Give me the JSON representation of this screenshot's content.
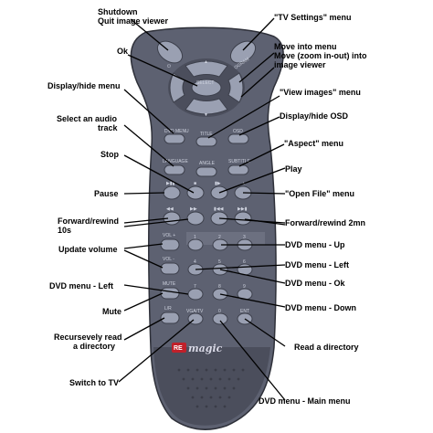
{
  "labels": {
    "shutdown": "Shutdown",
    "quit_viewer": "Quit image viewer",
    "tv_settings": "\"TV Settings\" menu",
    "ok": "Ok",
    "move_menu": "Move into menu",
    "move_zoom": "Move (zoom in-out) into",
    "move_zoom2": "image viewer",
    "display_menu": "Display/hide menu",
    "view_images": "\"View images\" menu",
    "audio1": "Select an audio",
    "audio2": "track",
    "osd": "Display/hide OSD",
    "stop": "Stop",
    "aspect": "\"Aspect\" menu",
    "play": "Play",
    "pause": "Pause",
    "open_file": "\"Open File\" menu",
    "fwd1": "Forward/rewind",
    "fwd2": "10s",
    "fwd_2mn": "Forward/rewind 2mn",
    "volume": "Update volume",
    "dvd_up": "DVD menu - Up",
    "dvd_left_r": "DVD menu - Left",
    "dvd_ok": "DVD menu - Ok",
    "dvd_left_l": "DVD menu - Left",
    "dvd_down": "DVD menu - Down",
    "mute": "Mute",
    "recurse1": "Recursevely read",
    "recurse2": "a directory",
    "read_dir": "Read a directory",
    "switch_tv": "Switch to TV",
    "dvd_main": "DVD menu - Main menu"
  },
  "remote": {
    "select": "SELECT",
    "program": "PROGRAM",
    "dvd_menu": "DVD MENU",
    "title": "TITLE",
    "osd": "OSD",
    "language": "LANGUAGE",
    "angle": "ANGLE",
    "subtitle": "SUBTITLE",
    "vol_up": "VOL +",
    "vol_down": "VOL -",
    "mute": "MUTE",
    "lr": "L/R",
    "vga_tv": "VGA/TV",
    "ent": "ENT",
    "digits": [
      "1",
      "2",
      "3",
      "4",
      "5",
      "6",
      "7",
      "8",
      "9",
      "0"
    ],
    "brand_red": "RE",
    "brand": "magic"
  },
  "colors": {
    "body": "#5d6171",
    "body_dark": "#474a58",
    "button": "#9aa0b2",
    "button_edge": "#3d404c",
    "line": "#000000"
  }
}
